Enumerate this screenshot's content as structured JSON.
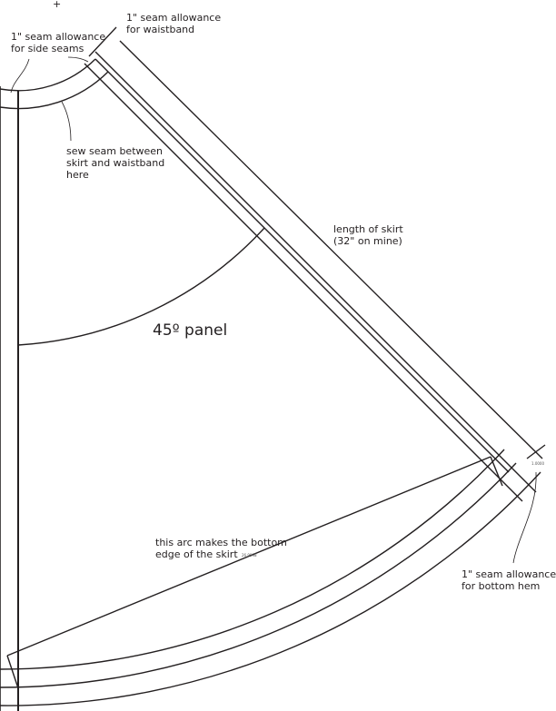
{
  "labels": {
    "side_seams": "1\" seam allowance\nfor side seams",
    "waistband": "1\" seam allowance\nfor waistband",
    "sew_seam": "sew seam between\nskirt and waistband\nhere",
    "length": "length of skirt\n(32\" on mine)",
    "panel": "45º panel",
    "bottom_arc": "this arc makes the bottom\nedge of the skirt",
    "hem": "1\" seam allowance\nfor bottom hem",
    "dim_small": "1.0000",
    "dim_chord": "26.9998",
    "marker": "+"
  },
  "colors": {
    "line": "#231f20"
  }
}
